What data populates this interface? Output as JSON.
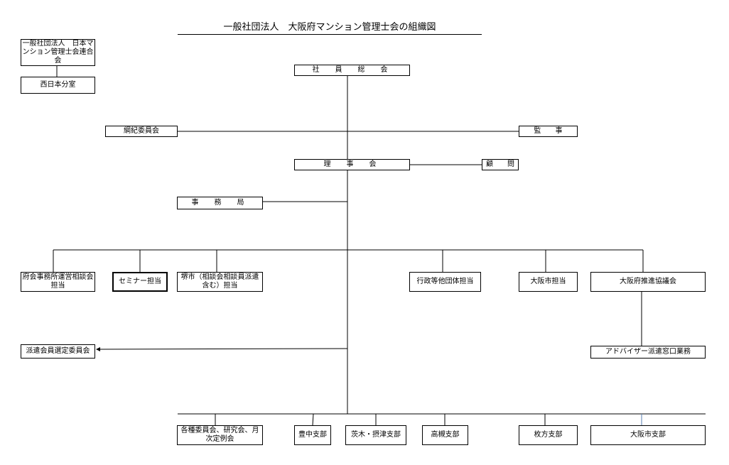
{
  "title": "一般社団法人　大阪府マンション管理士会の組織図",
  "federation": "一般社団法人　日本マンション管理士会連合会",
  "west_branch": "西日本分室",
  "general_meeting": "社　員　総　会",
  "discipline_committee": "綱紀委員会",
  "auditor": "監　　事",
  "board": "理　事　会",
  "advisor": "顧　　問",
  "secretariat": "事　務　局",
  "row_units": {
    "office_consult": "府会事務所運営相談会担当",
    "seminar": "セミナー担当",
    "sakai": "堺市（相談会相談員派遣含む）担当",
    "admin_liaison": "行政等他団体担当",
    "osaka_city": "大阪市担当",
    "promotion_council": "大阪府推進協議会"
  },
  "dispatch_selection": "派遣会員選定委員会",
  "advisor_dispatch": "アドバイザー派遣窓口業務",
  "branches": {
    "committees": "各種委員会、研究会、月次定例会",
    "toyonaka": "豊中支部",
    "ibaraki": "茨木・摂津支部",
    "takatsuki": "高槻支部",
    "hirakata": "枚方支部",
    "osaka_branch": "大阪市支部"
  }
}
